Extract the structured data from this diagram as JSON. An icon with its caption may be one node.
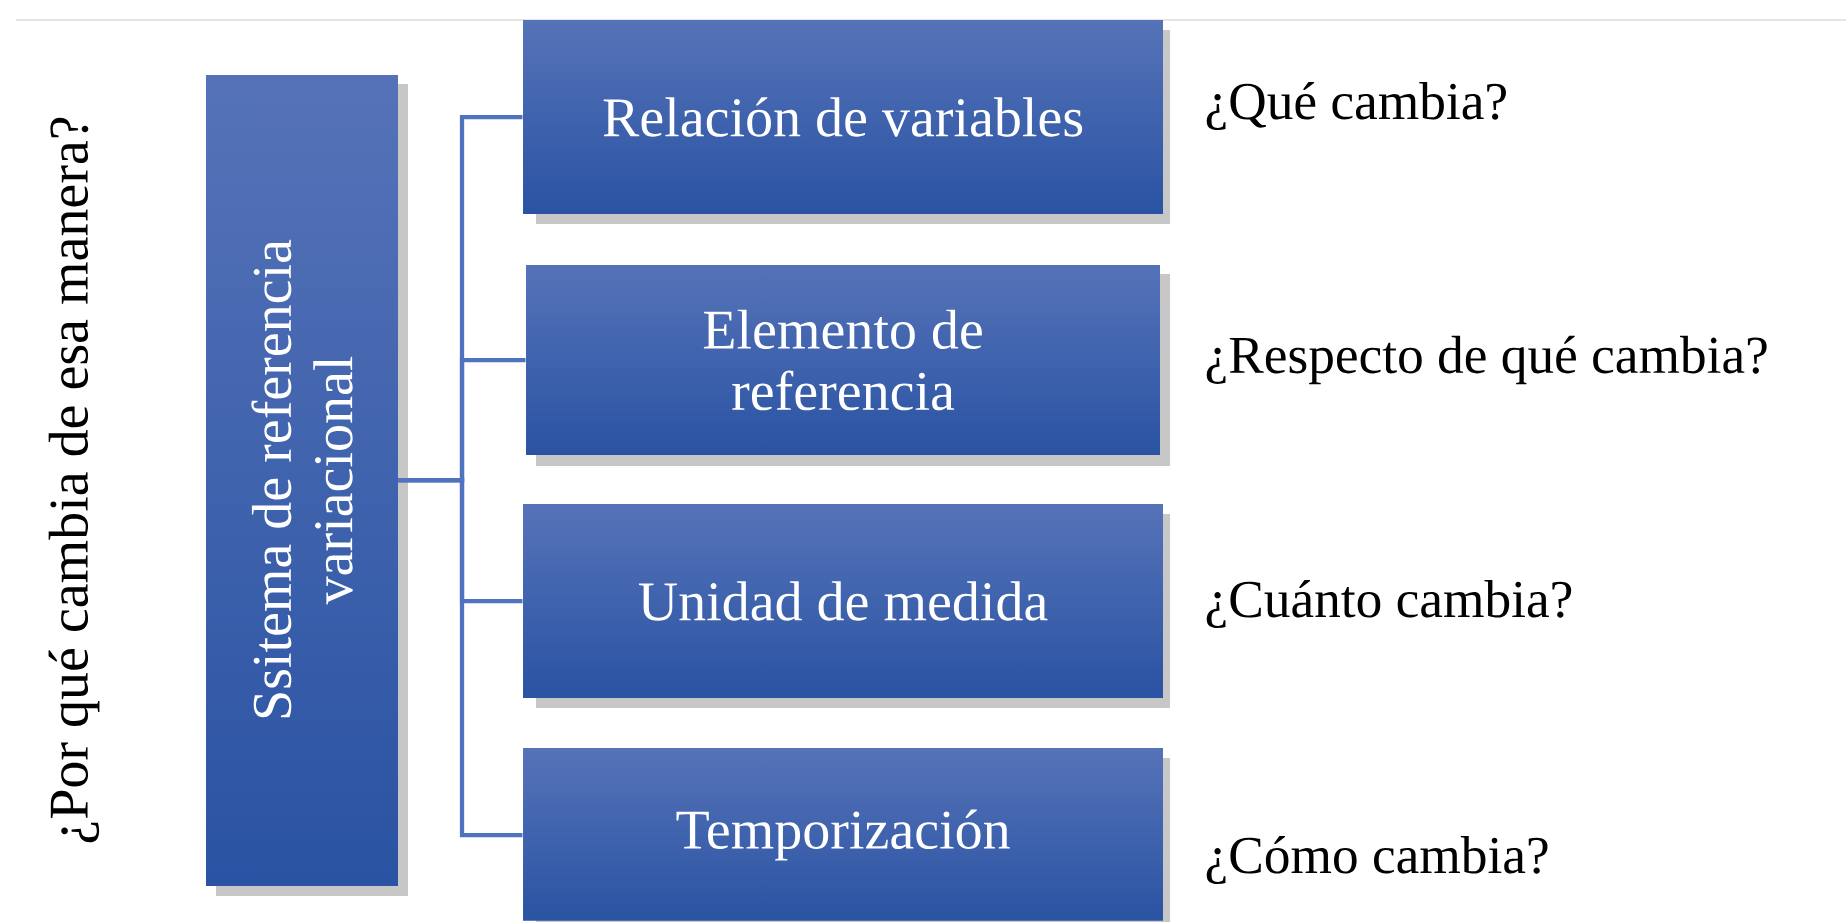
{
  "diagram": {
    "nodes": [
      {
        "text": [
          "Ssitema de referencia variacional"
        ]
      },
      {
        "text": [
          "Relación de variables"
        ],
        "beside": [
          "¿Qué cambia?"
        ]
      },
      {
        "text": [
          "Elemento de referencia"
        ],
        "beside": [
          "¿Respecto de qué cambia?"
        ]
      },
      {
        "text": [
          "Unidad de medida"
        ],
        "beside": [
          "¿Cuánto cambia?"
        ]
      },
      {
        "text": [
          "Temporización"
        ],
        "beside": [
          "¿Cómo cambia?"
        ]
      }
    ],
    "edges": [
      {
        "from": 0,
        "to": 1,
        "arrow": "none"
      },
      {
        "from": 0,
        "to": 2,
        "arrow": "none"
      },
      {
        "from": 0,
        "to": 3,
        "arrow": "none"
      },
      {
        "from": 0,
        "to": 4,
        "arrow": "none"
      }
    ],
    "labels": [
      "¿Por qué cambia de esa manera?"
    ]
  }
}
